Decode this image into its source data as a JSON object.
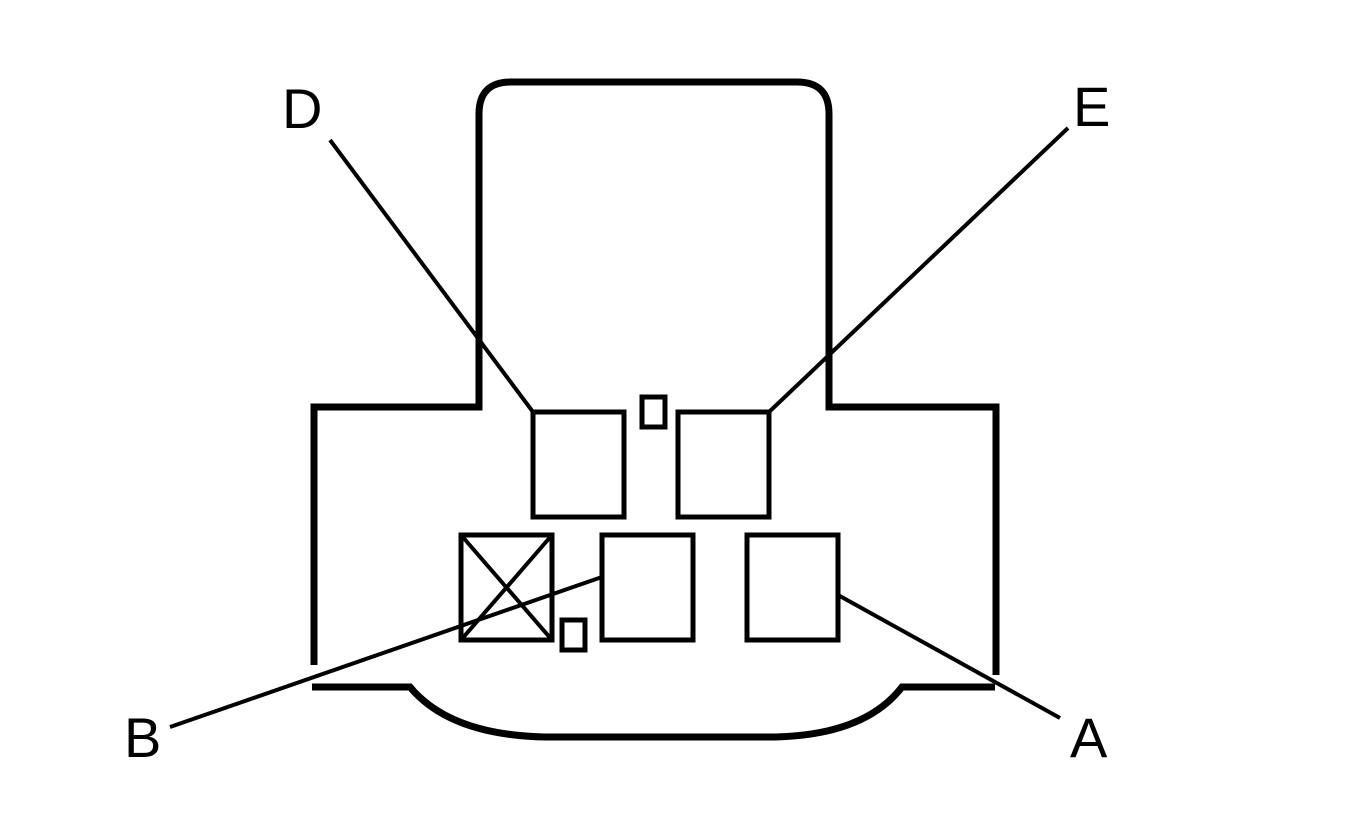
{
  "diagram": {
    "labels": {
      "d": "D",
      "e": "E",
      "b": "B",
      "a": "A"
    },
    "line_color": "#000000",
    "background": "#ffffff"
  }
}
